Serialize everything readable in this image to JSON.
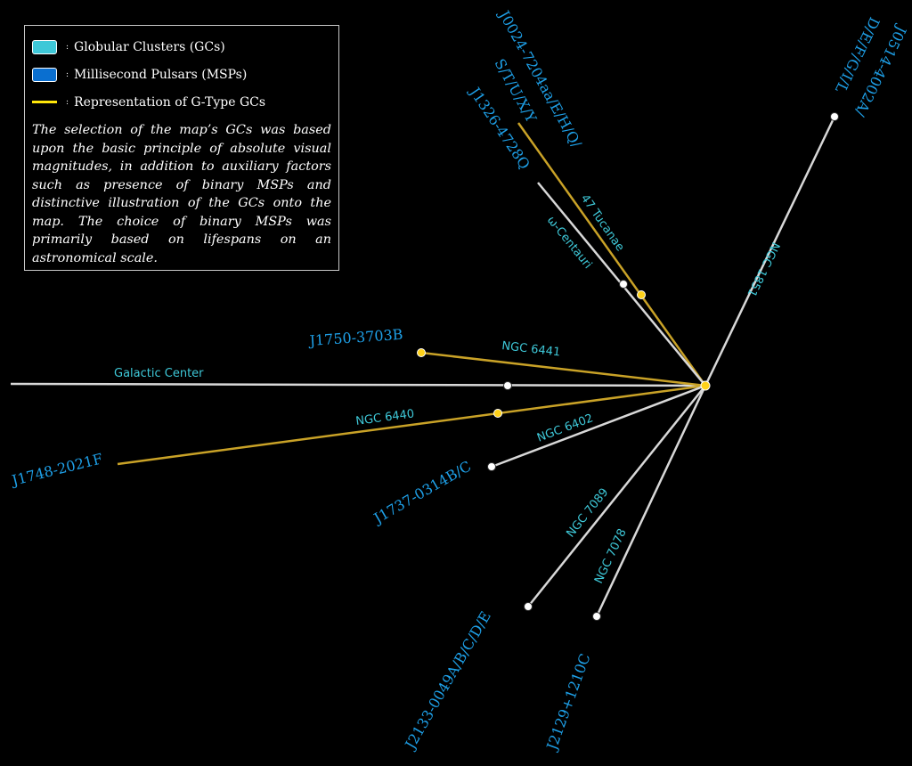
{
  "legend": {
    "gc_label": "Globular Clusters (GCs)",
    "msp_label": "Millisecond Pulsars (MSPs)",
    "gtype_label": "Representation of G-Type GCs",
    "colon": ":",
    "description": "The selection of the map’s GCs was based upon the basic principle of absolute visual magnitudes, in addition to auxiliary factors such as presence of binary MSPs and distinctive illustration of the GCs onto the map. The choice of binary MSPs was primarily based on lifespans on an astronomical scale."
  },
  "colors": {
    "gc": "#3ec8d8",
    "msp": "#0a6fd0",
    "gtype": "#ffe60a",
    "white_line": "#d8d8d8",
    "gold_line": "#c9a227"
  },
  "map": {
    "galactic_center_label": "Galactic Center",
    "branches": [
      {
        "gc": "47 Tucanae",
        "msp": "J0024-7204aa/E/H/Q/",
        "msp_line2": "S/T/U/X/Y",
        "gtype": true
      },
      {
        "gc": "ω-Centauri",
        "msp": "J1326-4728Q",
        "gtype": false
      },
      {
        "gc": "NGC 1851",
        "msp": "J0514-4002A/",
        "msp_line2": "D/E/F/G/I/L",
        "gtype": false
      },
      {
        "gc": "NGC 6441",
        "msp": "J1750-3703B",
        "gtype": true
      },
      {
        "gc": "NGC 6440",
        "msp": "J1748-2021F",
        "gtype": true
      },
      {
        "gc": "NGC 6402",
        "msp": "J1737-0314B/C",
        "gtype": false
      },
      {
        "gc": "NGC 7089",
        "msp": "J2133-0049A/B/C/D/E",
        "gtype": false
      },
      {
        "gc": "NGC 7078",
        "msp": "J2129+1210C",
        "gtype": false
      }
    ]
  }
}
